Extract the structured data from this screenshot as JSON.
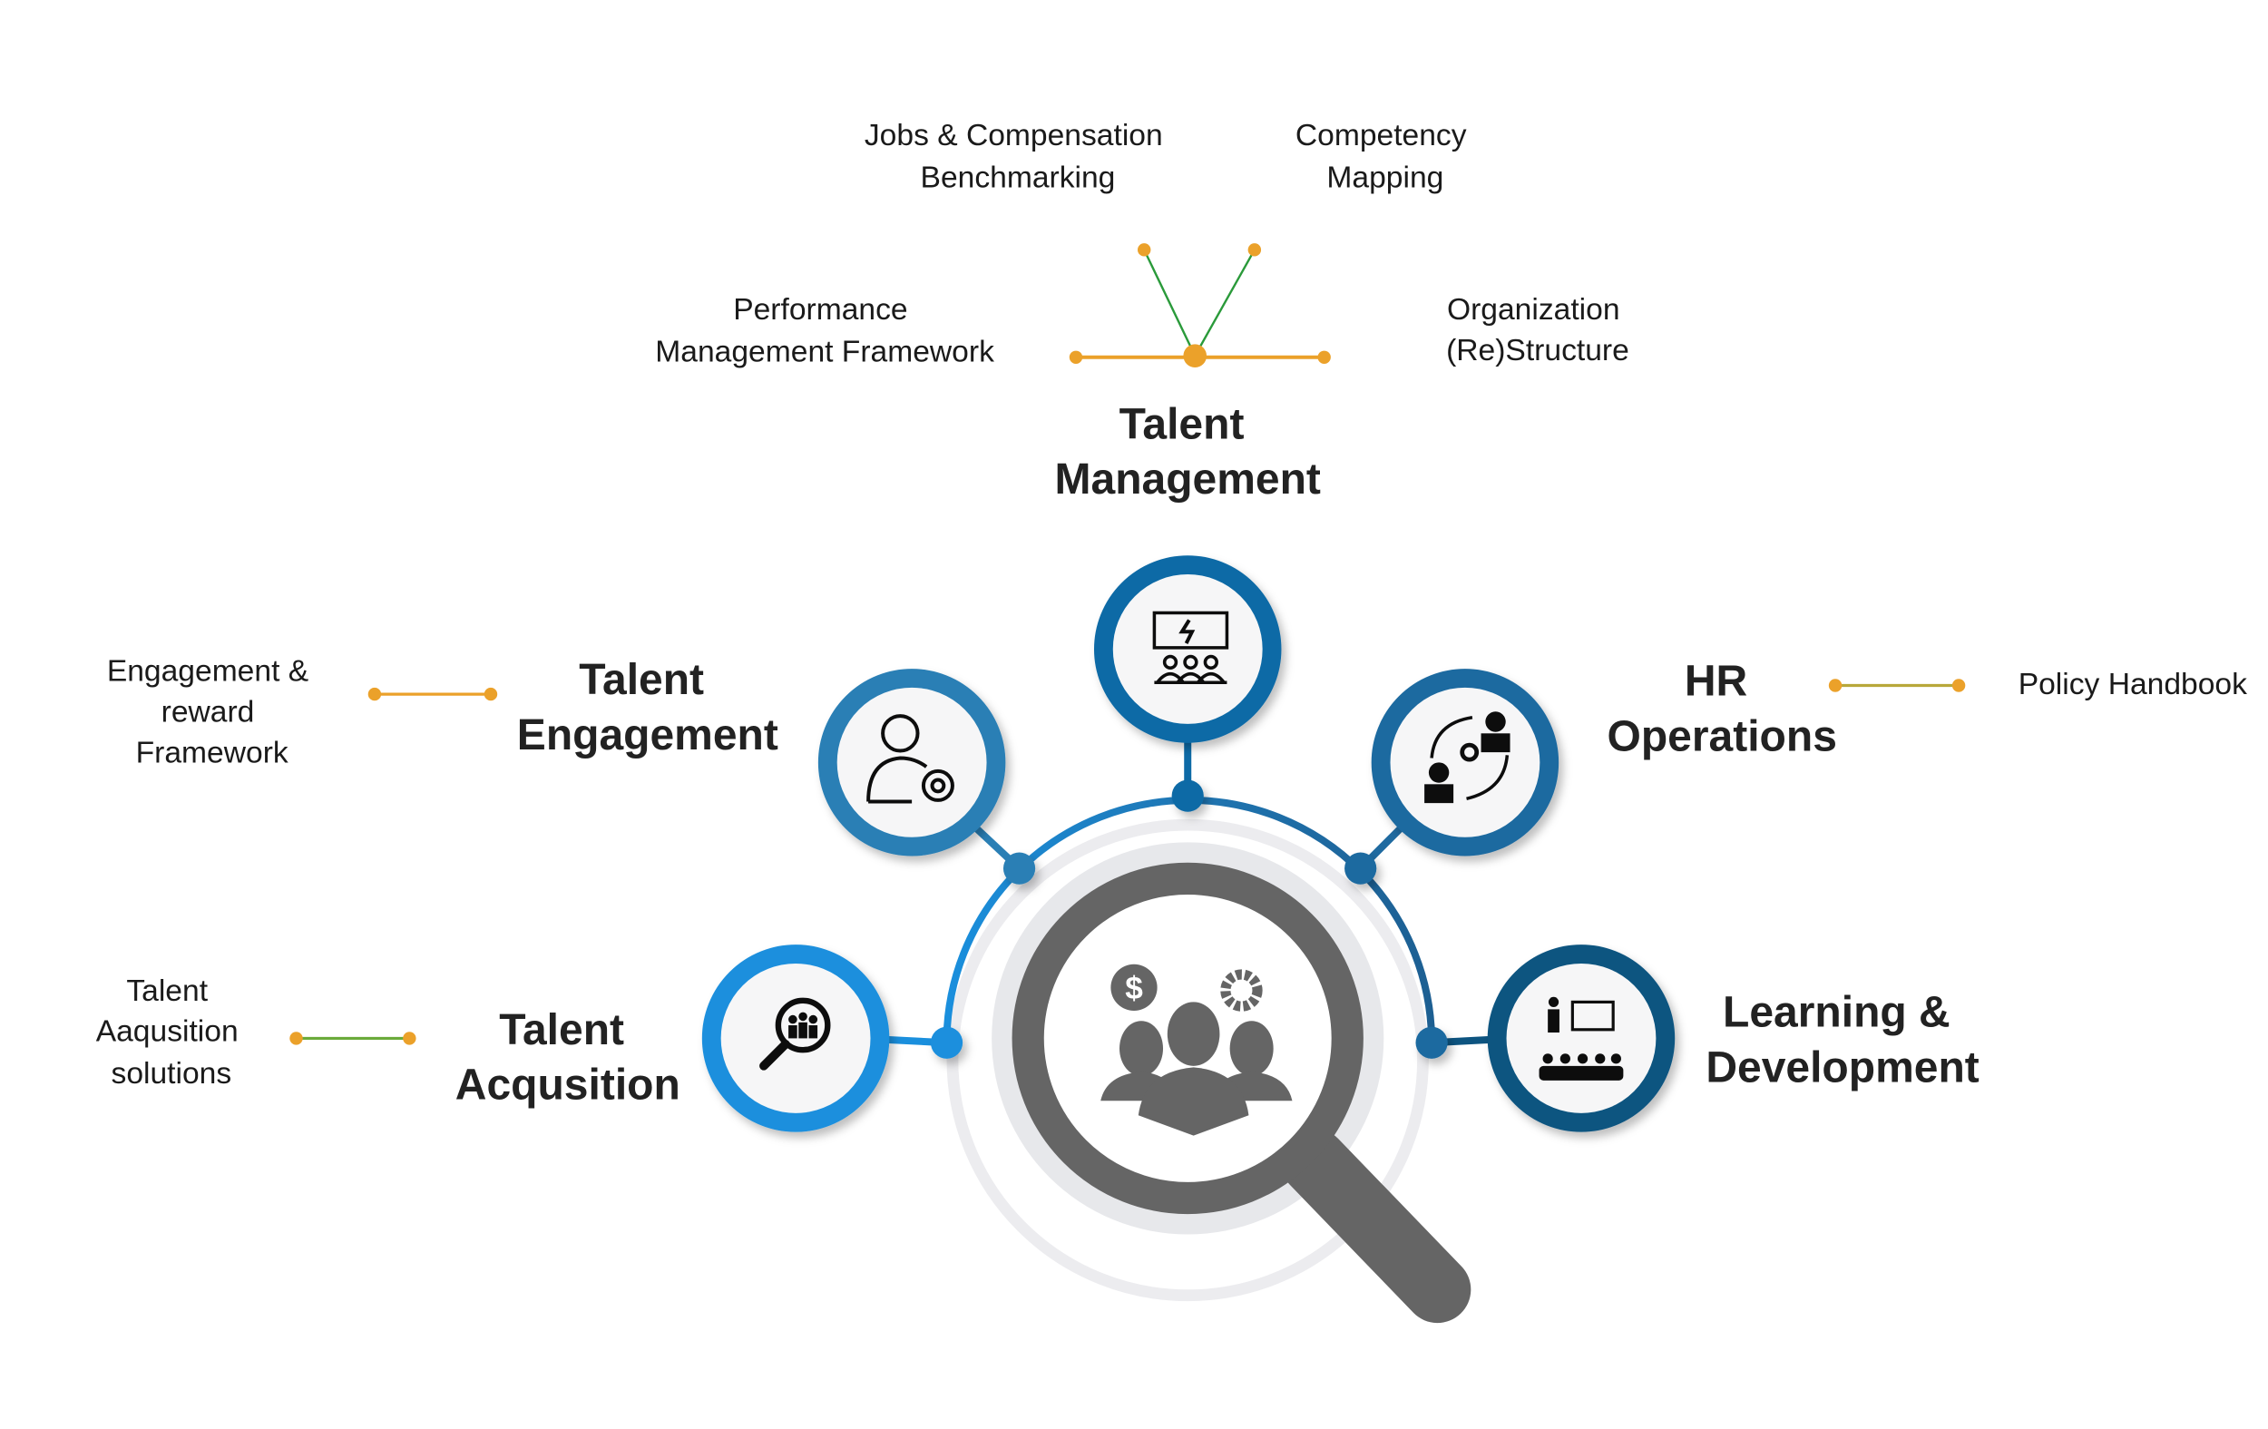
{
  "center": {
    "icon": "team-magnifier-icon"
  },
  "colors": {
    "talent_management": "#0d6aa6",
    "talent_engagement": "#2a7fb5",
    "hr_operations": "#1f6aa0",
    "talent_acquisition": "#1a8fdd",
    "learning_development": "#0d5480",
    "connector_orange": "#eba12a",
    "connector_green": "#2a9a3a",
    "magnifier": "#656565"
  },
  "nodes": {
    "talent_management": {
      "title": [
        "Talent",
        "Management"
      ],
      "icon": "presentation-team-icon",
      "items": {
        "jobs": [
          "Jobs & Compensation",
          "Benchmarking"
        ],
        "competency": [
          "Competency",
          "Mapping"
        ],
        "performance": [
          "Performance",
          "Management Framework"
        ],
        "organization": [
          "Organization",
          "(Re)Structure"
        ]
      }
    },
    "talent_engagement": {
      "title": [
        "Talent",
        "Engagement"
      ],
      "icon": "user-gear-icon",
      "items": {
        "engagement": [
          "Engagement &",
          "reward",
          "Framework"
        ]
      }
    },
    "hr_operations": {
      "title": [
        "HR",
        "Operations"
      ],
      "icon": "people-exchange-icon",
      "items": {
        "policy": [
          "Policy Handbook"
        ]
      }
    },
    "talent_acquisition": {
      "title": [
        "Talent",
        "Acqusition"
      ],
      "icon": "search-people-icon",
      "items": {
        "solutions": [
          "Talent",
          "Aaqusition",
          "solutions"
        ]
      }
    },
    "learning_development": {
      "title": [
        "Learning &",
        "Development"
      ],
      "icon": "trainer-class-icon"
    }
  }
}
